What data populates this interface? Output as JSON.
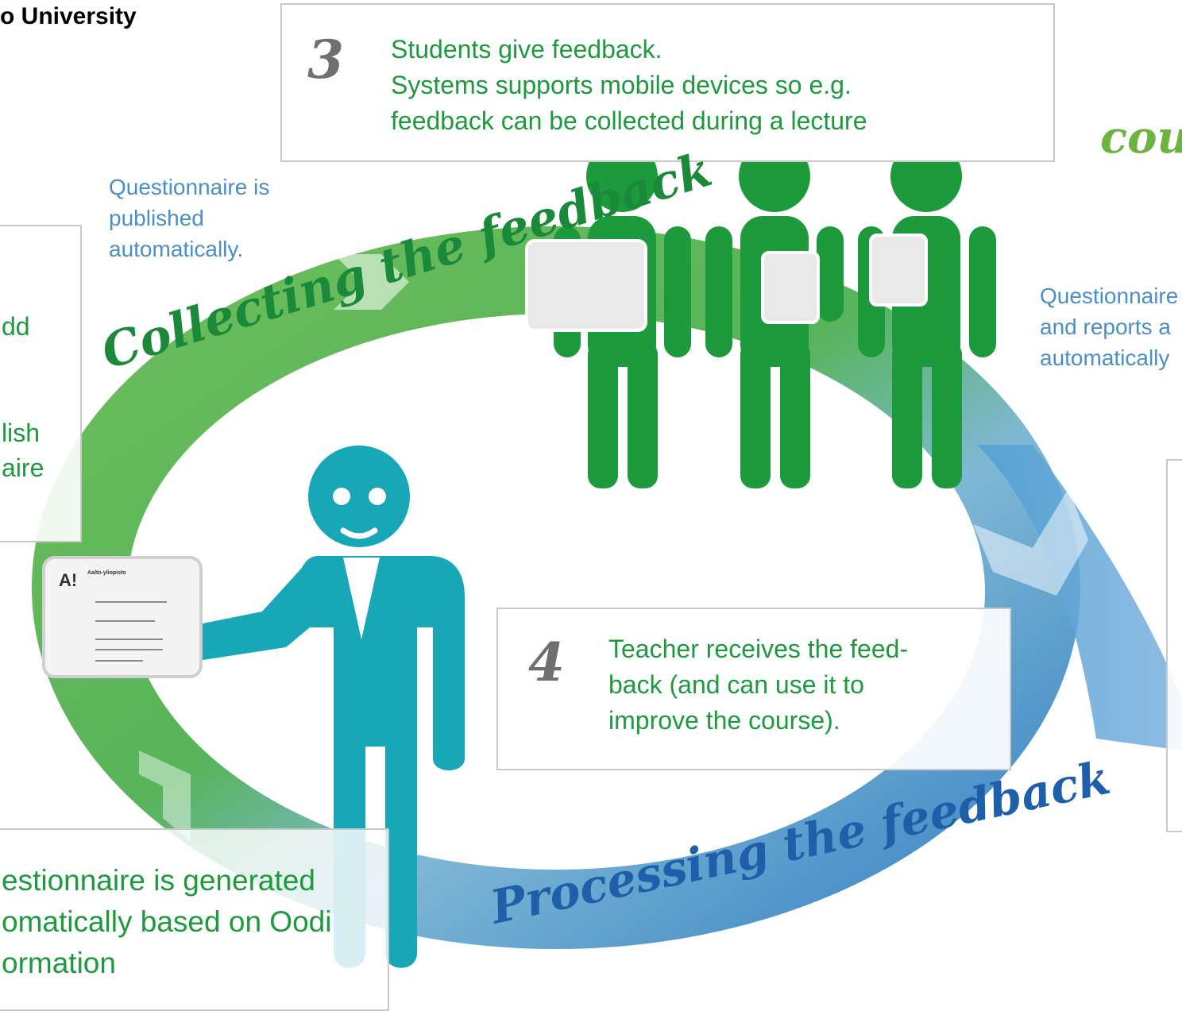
{
  "header": {
    "university": "o University"
  },
  "cycle": {
    "collecting_label": "Collecting the feedback",
    "processing_label": "Processing the feedback"
  },
  "top_right_word": "cou",
  "step3": {
    "number": "3",
    "lines": [
      "Students give feedback.",
      "Systems supports mobile devices so e.g.",
      "feedback can be collected during a lecture"
    ]
  },
  "step4": {
    "number": "4",
    "lines": [
      "Teacher receives the feed-",
      "back (and can use it to",
      "improve the course)."
    ]
  },
  "notes": {
    "published": [
      "Questionnaire is",
      "published",
      "automatically."
    ],
    "reports": [
      "Questionnaire",
      "and reports a",
      "automatically"
    ]
  },
  "left_box": {
    "fragments": [
      "dd",
      "lish",
      "aire"
    ]
  },
  "bottom_box": {
    "lines": [
      "estionnaire is generated",
      "omatically based on Oodi",
      "ormation"
    ]
  },
  "sheet": {
    "logo": "A!",
    "caption": "Aalto-yliopisto"
  },
  "colors": {
    "green": "#1c9a3c",
    "teal": "#17a7b6",
    "blue": "#2d7ac0",
    "note_blue": "#4a8fc7",
    "gray_number": "#6f6f6f"
  }
}
